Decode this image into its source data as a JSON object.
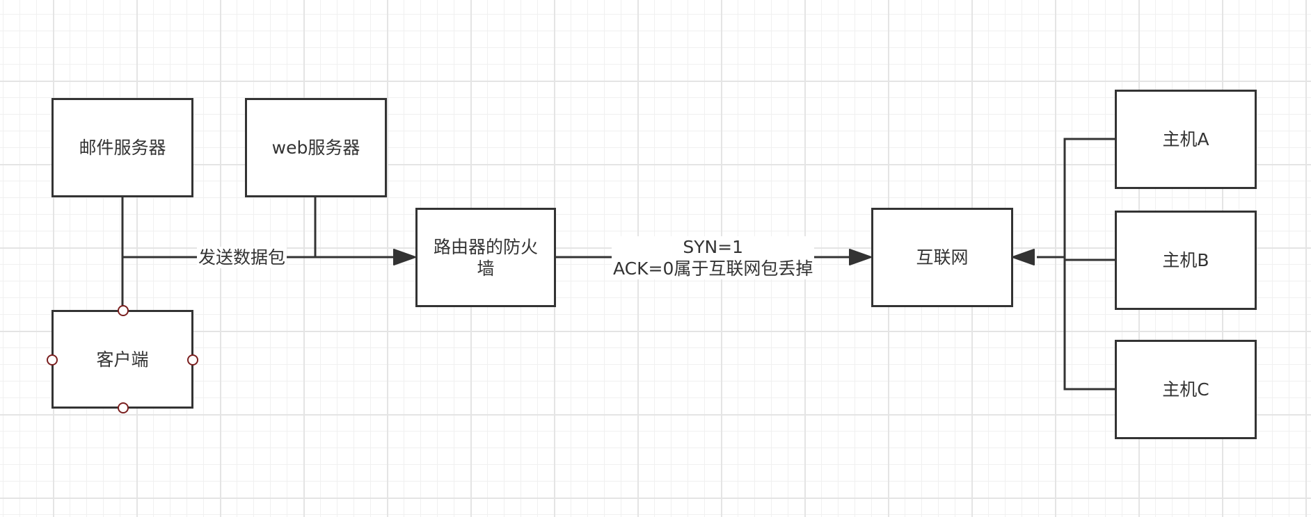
{
  "diagram": {
    "colors": {
      "stroke": "#333333",
      "grid": "#e4e4e4",
      "handle": "#7a1f1f"
    },
    "nodes": {
      "mail_server": "邮件服务器",
      "web_server": "web服务器",
      "client": "客户端",
      "firewall": "路由器的防火墙",
      "internet": "互联网",
      "host_a": "主机A",
      "host_b": "主机B",
      "host_c": "主机C"
    },
    "edges": {
      "send_packet": "发送数据包",
      "syn_line1": "SYN=1",
      "syn_line2": "ACK=0属于互联网包丢掉"
    }
  }
}
